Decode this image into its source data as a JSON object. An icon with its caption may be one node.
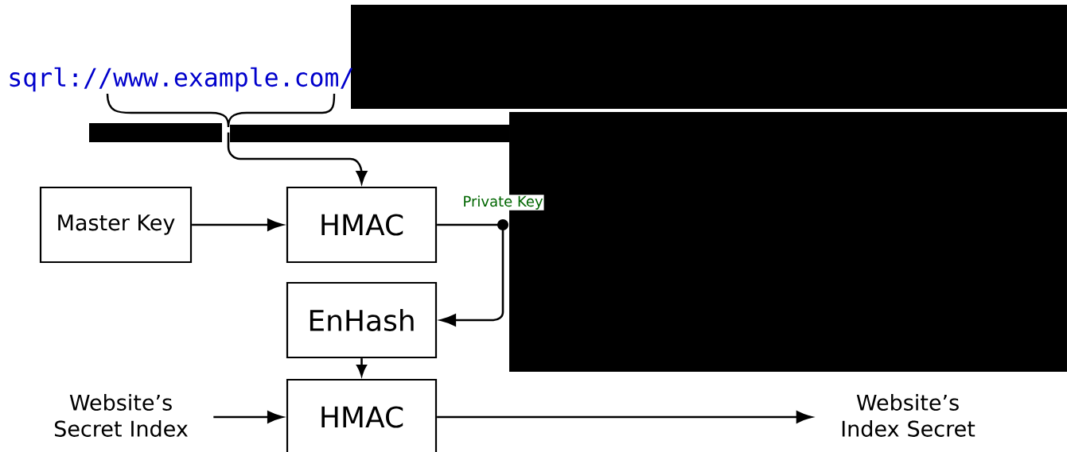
{
  "diagram": {
    "nodes": [
      {
        "text": [
          "sqrl://www.example.com/"
        ]
      },
      {
        "text": [
          "Master Key"
        ]
      },
      {
        "text": [
          "HMAC"
        ]
      },
      {
        "text": [
          "EnHash"
        ]
      },
      {
        "text": [
          "Website’s Secret Index"
        ]
      },
      {
        "text": [
          "HMAC"
        ]
      },
      {
        "text": [
          "Website’s Index Secret"
        ]
      }
    ],
    "edges": [
      {
        "from": 0,
        "to": 2,
        "arrow": "to"
      },
      {
        "from": 1,
        "to": 2,
        "arrow": "to"
      },
      {
        "from": 2,
        "to": 3,
        "arrow": "to",
        "label": "Private Key"
      },
      {
        "from": 3,
        "to": 5,
        "arrow": "to"
      },
      {
        "from": 4,
        "to": 5,
        "arrow": "to"
      },
      {
        "from": 5,
        "to": 6,
        "arrow": "to"
      }
    ]
  }
}
